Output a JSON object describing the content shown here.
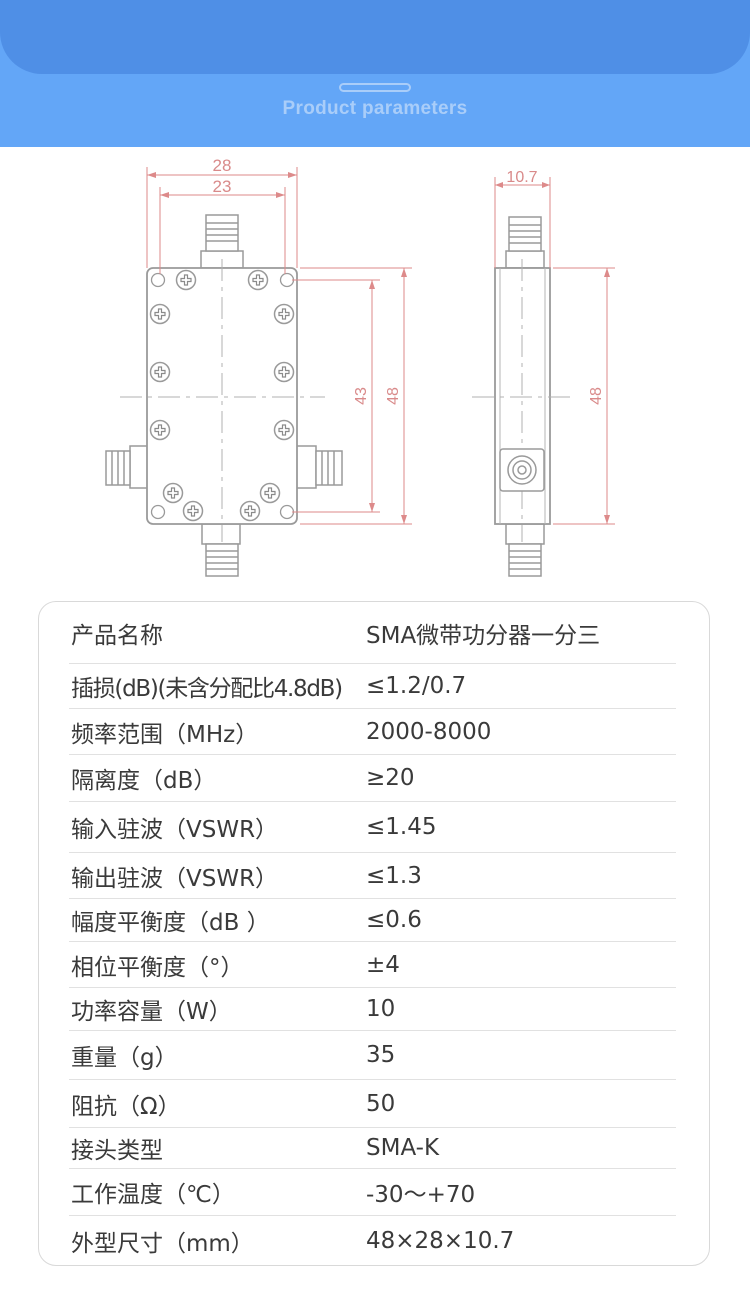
{
  "header": {
    "title": "Product parameters"
  },
  "drawing": {
    "front": {
      "dim_width_outer": "28",
      "dim_width_inner": "23",
      "dim_height_inner": "43",
      "dim_height_outer": "48"
    },
    "side": {
      "dim_thickness": "10.7",
      "dim_height": "48"
    }
  },
  "specs": {
    "rows": [
      {
        "label": "产品名称",
        "value": "SMA微带功分器一分三"
      },
      {
        "label": "插损(dB)(未含分配比4.8dB)",
        "value": "≤1.2/0.7"
      },
      {
        "label": "频率范围（MHz）",
        "value": "2000-8000"
      },
      {
        "label": "隔离度（dB）",
        "value": "≥20"
      },
      {
        "label": "输入驻波（VSWR）",
        "value": "≤1.45"
      },
      {
        "label": "输出驻波（VSWR）",
        "value": "≤1.3"
      },
      {
        "label": "幅度平衡度（dB ）",
        "value": "≤0.6"
      },
      {
        "label": "相位平衡度（°）",
        "value": "±4"
      },
      {
        "label": "功率容量（W）",
        "value": "10"
      },
      {
        "label": "重量（g）",
        "value": "35"
      },
      {
        "label": "阻抗（Ω）",
        "value": "50"
      },
      {
        "label": "接头类型",
        "value": "SMA-K"
      },
      {
        "label": "工作温度（℃）",
        "value": "-30～+70"
      },
      {
        "label": "外型尺寸（mm）",
        "value": "48×28×10.7"
      }
    ]
  }
}
